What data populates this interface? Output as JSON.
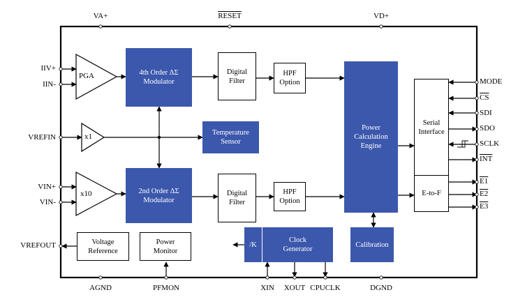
{
  "pins": {
    "top": [
      "VA+",
      "RESET",
      "VD+"
    ],
    "left": [
      "IIV+",
      "IIN-",
      "VREFIN",
      "VIN+",
      "VIN-",
      "VREFOUT"
    ],
    "right": [
      "MODE",
      "CS",
      "SDI",
      "SDO",
      "SCLK",
      "INT",
      "E1",
      "E2",
      "E3"
    ],
    "bottom": [
      "AGND",
      "PFMON",
      "XIN",
      "XOUT",
      "CPUCLK",
      "DGND"
    ]
  },
  "blocks": {
    "pga": "PGA",
    "x1": "x1",
    "x10": "x10",
    "mod4": [
      "4th Order ΔΣ",
      "Modulator"
    ],
    "mod2": [
      "2nd Order ΔΣ",
      "Modulator"
    ],
    "temp": [
      "Temperature",
      "Sensor"
    ],
    "filter_top": [
      "Digital",
      "Filter"
    ],
    "filter_bot": [
      "Digital",
      "Filter"
    ],
    "hpf_top": [
      "HPF",
      "Option"
    ],
    "hpf_bot": [
      "HPF",
      "Option"
    ],
    "engine": [
      "Power",
      "Calculation",
      "Engine"
    ],
    "serial": [
      "Serial",
      "Interface"
    ],
    "etof": "E-to-F",
    "calibration": "Calibration",
    "clock": [
      "Clock",
      "Generator"
    ],
    "divk": "/K",
    "vref": [
      "Voltage",
      "Reference"
    ],
    "pmon": [
      "Power",
      "Monitor"
    ]
  },
  "colors": {
    "block_fill": "#3c58ad",
    "line": "#000000"
  }
}
